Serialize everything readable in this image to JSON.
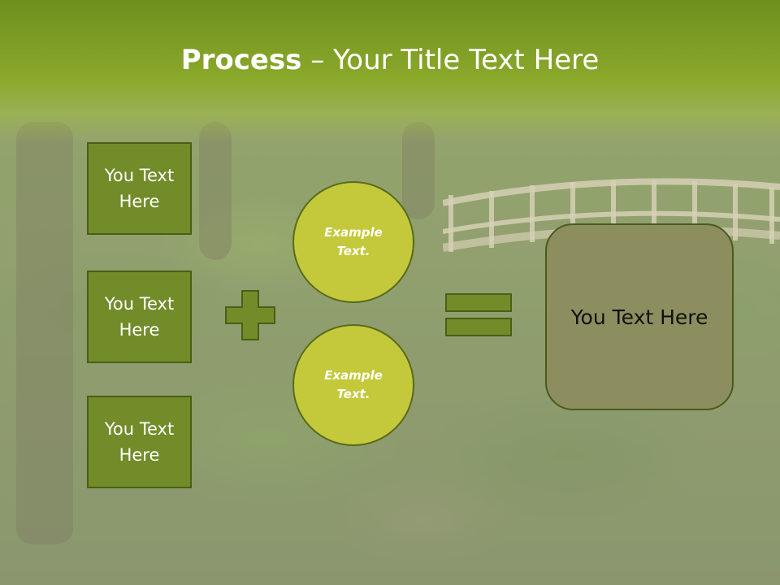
{
  "slide": {
    "title_bold": "Process",
    "title_rest": " – Your Title Text Here"
  },
  "left_boxes": [
    {
      "label": "You Text Here"
    },
    {
      "label": "You Text Here"
    },
    {
      "label": "You Text Here"
    }
  ],
  "circles": [
    {
      "label": "Example Text."
    },
    {
      "label": "Example Text."
    }
  ],
  "result": {
    "label": "You Text Here"
  },
  "colors": {
    "header": "#8aa82a",
    "box_fill": "#728c2a",
    "circle_fill": "#c3c93a",
    "result_fill": "#8c8e5f",
    "operator": "#728c2a"
  },
  "icons": [
    "plus-icon",
    "equals-icon"
  ]
}
